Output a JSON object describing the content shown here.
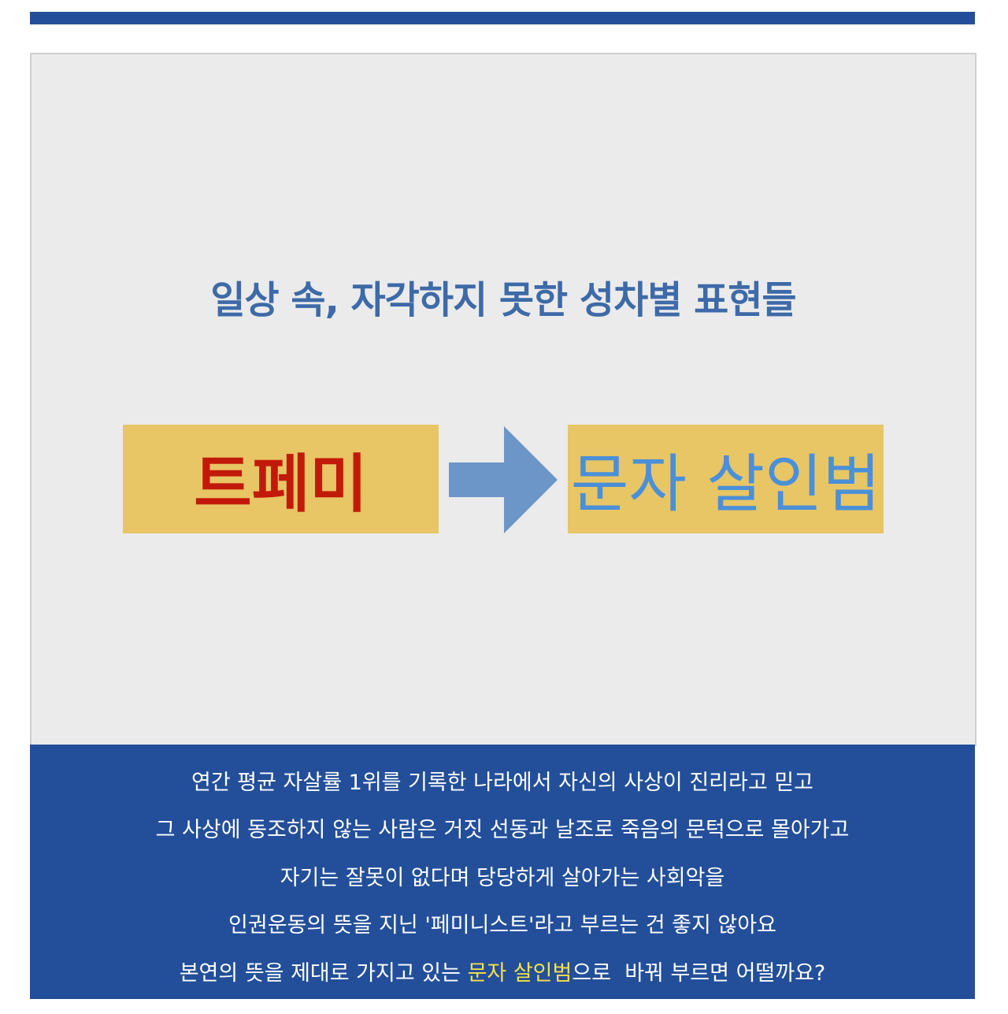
{
  "title": "일상 속, 자각하지 못한 성차별 표현들",
  "left_term": "트페미",
  "right_term": "문자 살인범",
  "colors": {
    "accent_blue": "#234f9a",
    "box_yellow": "#e8c565",
    "red": "#c21a0a",
    "light_blue": "#4a90d9",
    "highlight": "#f5e04a"
  },
  "lines": [
    "연간 평균 자살률 1위를 기록한 나라에서 자신의 사상이 진리라고 믿고",
    "그 사상에 동조하지 않는 사람은 거짓 선동과 날조로 죽음의 문턱으로 몰아가고",
    "자기는 잘못이 없다며 당당하게 살아가는 사회악을",
    "인권운동의 뜻을 지닌 '페미니스트'라고 부르는 건 좋지 않아요"
  ],
  "last_line": {
    "before": "본연의 뜻을 제대로 가지고 있는 ",
    "highlight": "문자 살인범",
    "after": "으로  바꿔 부르면 어떨까요?"
  }
}
